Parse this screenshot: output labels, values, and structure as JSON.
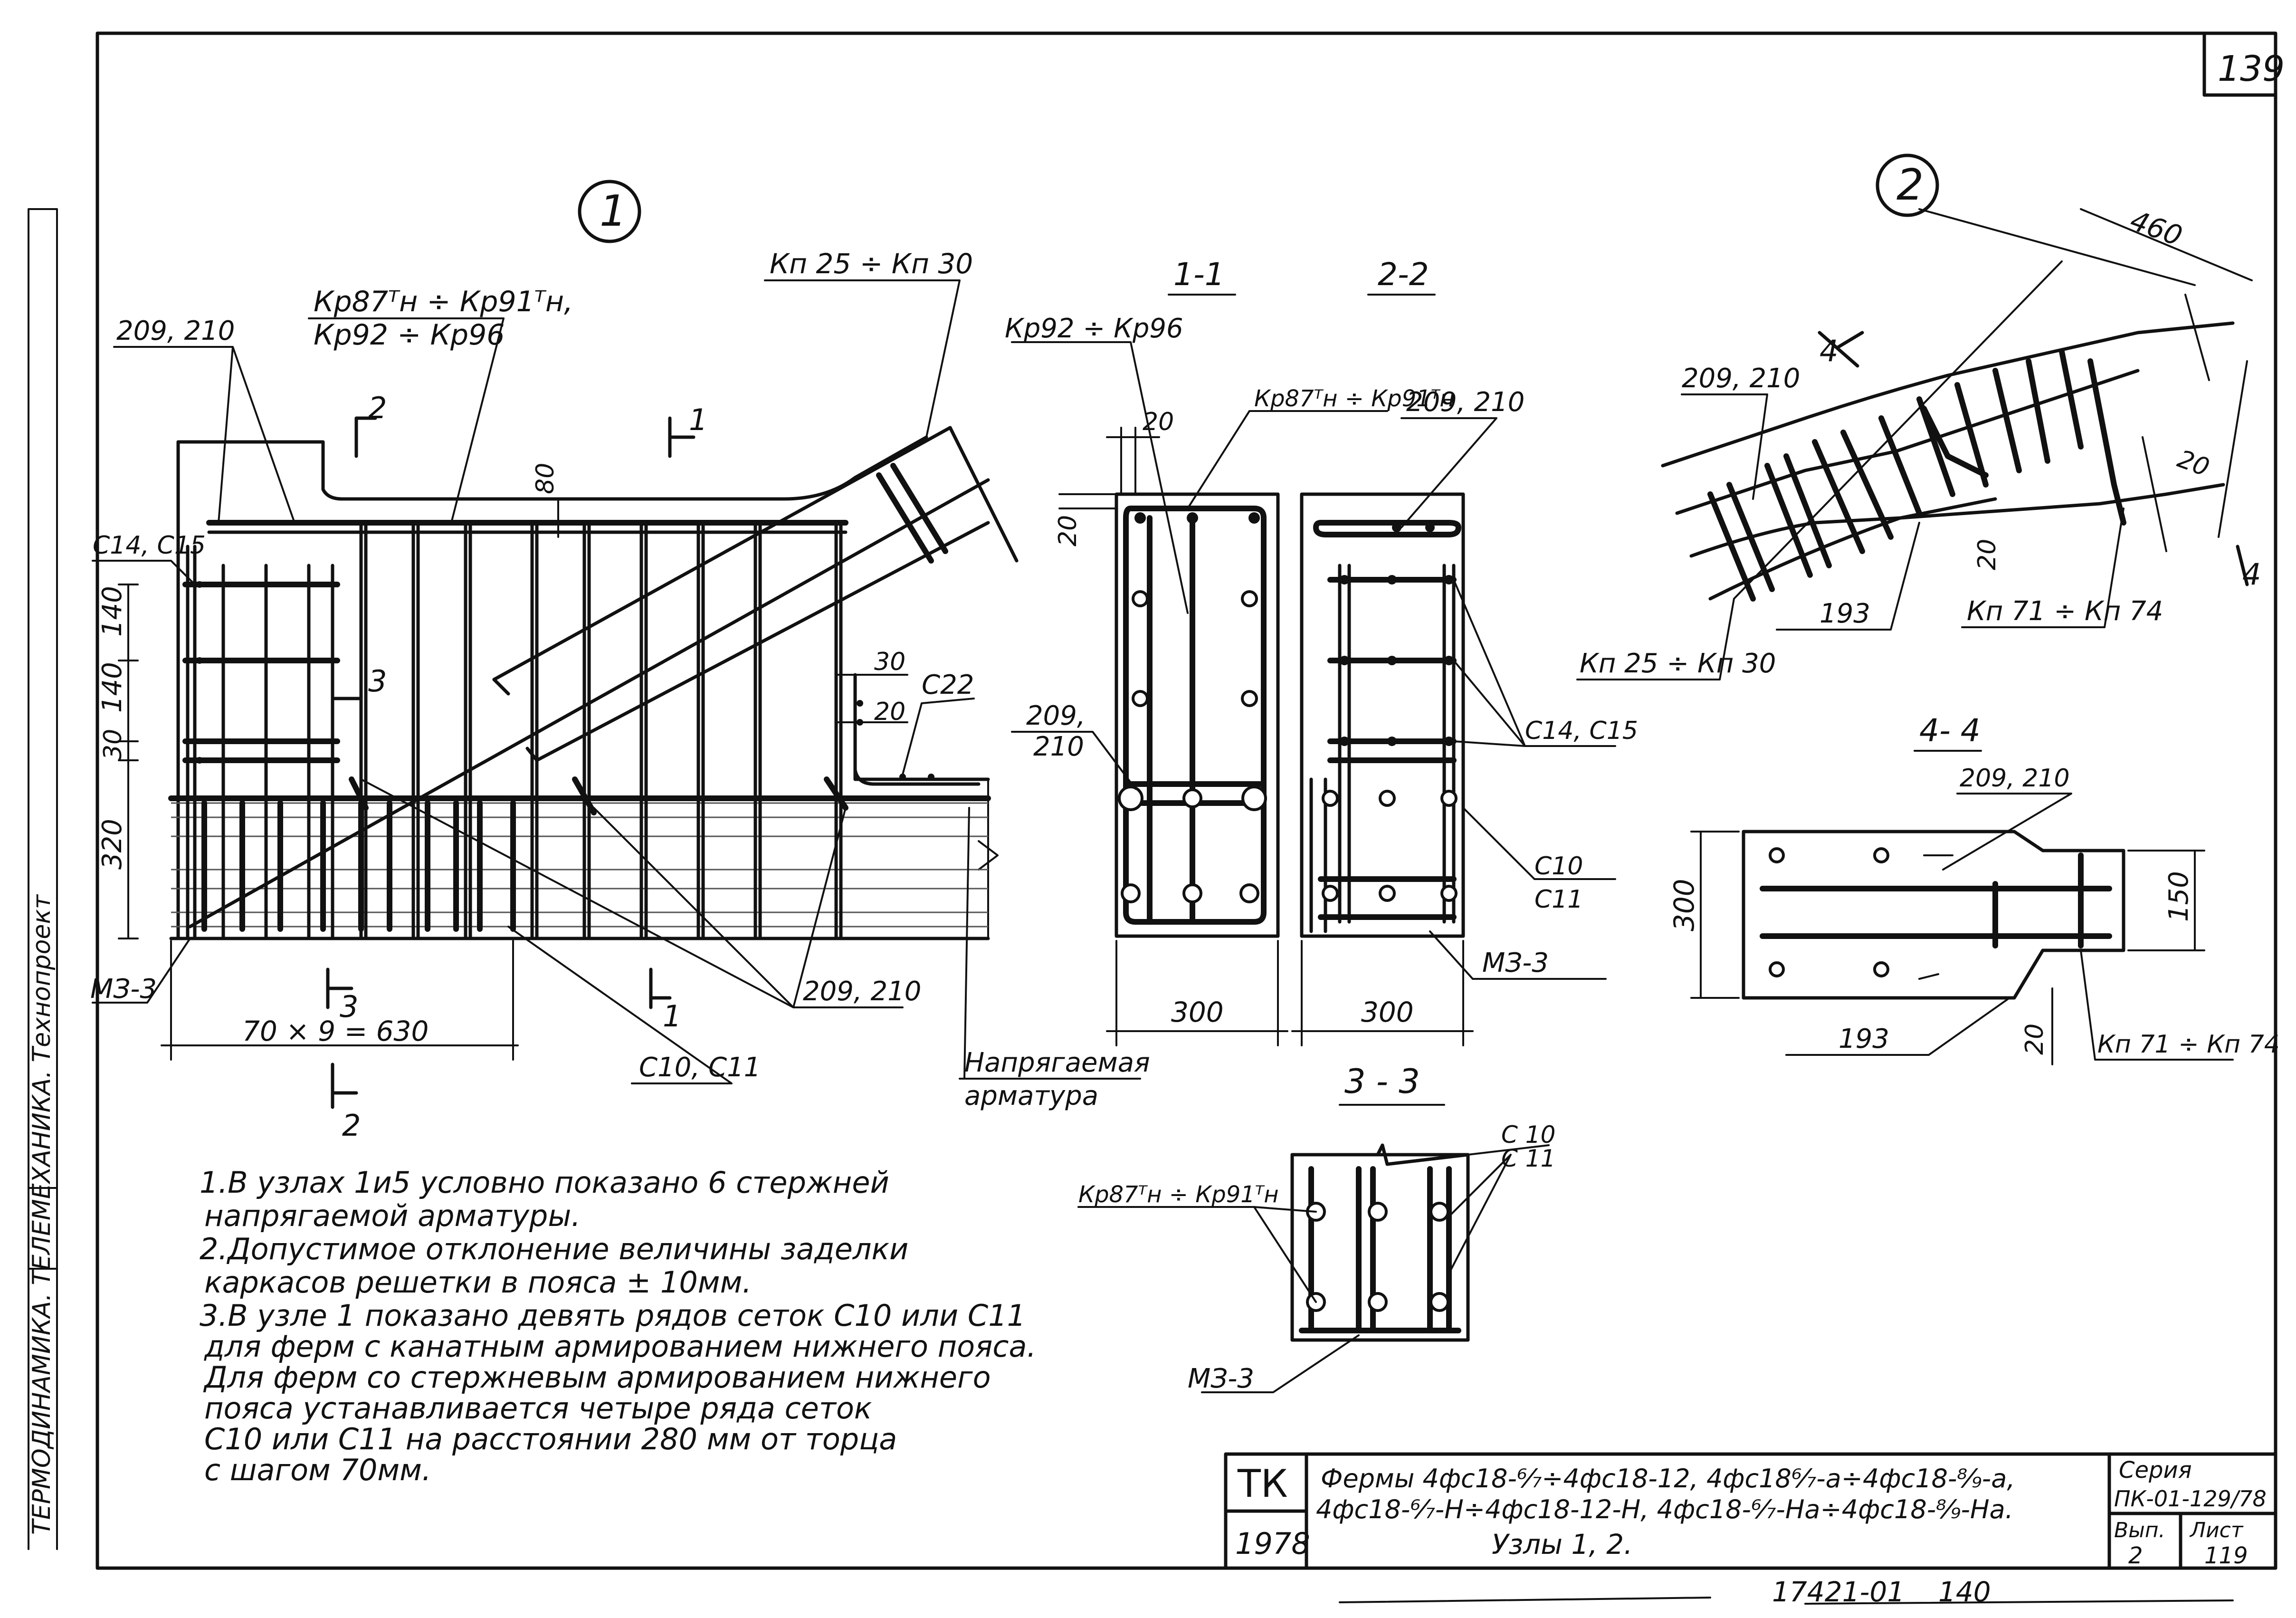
{
  "sheet": {
    "page_number": "139",
    "bottom_doc_code": "17421-01",
    "bottom_page": "140"
  },
  "margin": {
    "stamp_text": "ТЕРМОДИНАМИКА. ТЕЛЕМЕХАНИКА. Технопроект"
  },
  "node1": {
    "marker": "1",
    "labels": {
      "kp87": "Кр87ᵀн ÷ Кр91ᵀн,",
      "kp92": "Кр92 ÷ Кр96",
      "pos209_top": "209, 210",
      "kp25": "Кп 25 ÷ Кп 30",
      "c14": "С14, С15",
      "dim80": "80",
      "dim140a": "140",
      "dim140b": "140",
      "dim30": "30",
      "dim320": "320",
      "dim30r": "30",
      "dim20r": "20",
      "c22": "С22",
      "m33": "МЗ-3",
      "dim630": "70 × 9 = 630",
      "pos209_bot": "209, 210",
      "c10": "С10, С11",
      "prestress1": "Напрягаемая",
      "prestress2": "арматура",
      "cut1": "1",
      "cut2": "2",
      "cut3": "3"
    }
  },
  "sec11": {
    "title": "1-1",
    "kp92": "Кр92 ÷ Кр96",
    "kp87": "Кр87ᵀн ÷ Кр91ᵀн",
    "dim20a": "20",
    "dim20b": "20",
    "pos209a": "209,",
    "pos209b": "210",
    "width": "300"
  },
  "sec22": {
    "title": "2-2",
    "pos209": "209, 210",
    "c14": "С14, С15",
    "c10": "С10",
    "c11": "С11",
    "m33": "МЗ-3",
    "width": "300"
  },
  "sec33": {
    "title": "3 - 3",
    "kp87": "Кр87ᵀн ÷ Кр91ᵀн",
    "c10": "С 10",
    "c11": "С 11",
    "m33": "МЗ-3"
  },
  "node2": {
    "marker": "2",
    "dim460": "460",
    "pos209": "209, 210",
    "cut4": "4",
    "dim20a": "20",
    "dim20b": "20",
    "dim193": "193",
    "kp71": "Кп 71 ÷ Кп 74",
    "kp25": "Кп 25 ÷ Кп 30"
  },
  "sec44": {
    "title": "4- 4",
    "pos209": "209, 210",
    "dim300": "300",
    "dim150": "150",
    "dim193": "193",
    "dim20": "20",
    "kp71": "Кп 71 ÷ Кп 74"
  },
  "notes": [
    "1.В узлах 1и5 условно показано 6 стержней",
    "напрягаемой арматуры.",
    "2.Допустимое отклонение величины заделки",
    "каркасов решетки в пояса ± 10мм.",
    "3.В узле 1 показано девять рядов сеток С10 или С11",
    "для ферм с канатным армированием нижнего пояса.",
    "Для ферм со стержневым армированием нижнего",
    "пояса устанавливается четыре ряда сеток",
    "С10 или С11 на расстоянии 280 мм от торца",
    "с шагом 70мм."
  ],
  "title_block": {
    "org": "ТК",
    "year": "1978",
    "line1": "Фермы 4фс18-⁶⁄₇÷4фс18-12, 4фс18⁶⁄₇-а÷4фс18-⁸⁄₉-а,",
    "line2": "4фс18-⁶⁄₇-Н÷4фс18-12-Н, 4фс18-⁶⁄₇-На÷4фс18-⁸⁄₉-На.",
    "line3": "Узлы 1, 2.",
    "series_label": "Серия",
    "series_value": "ПК-01-129/78",
    "issue_label": "Вып.",
    "issue_value": "2",
    "sheet_label": "Лист",
    "sheet_value": "119"
  }
}
